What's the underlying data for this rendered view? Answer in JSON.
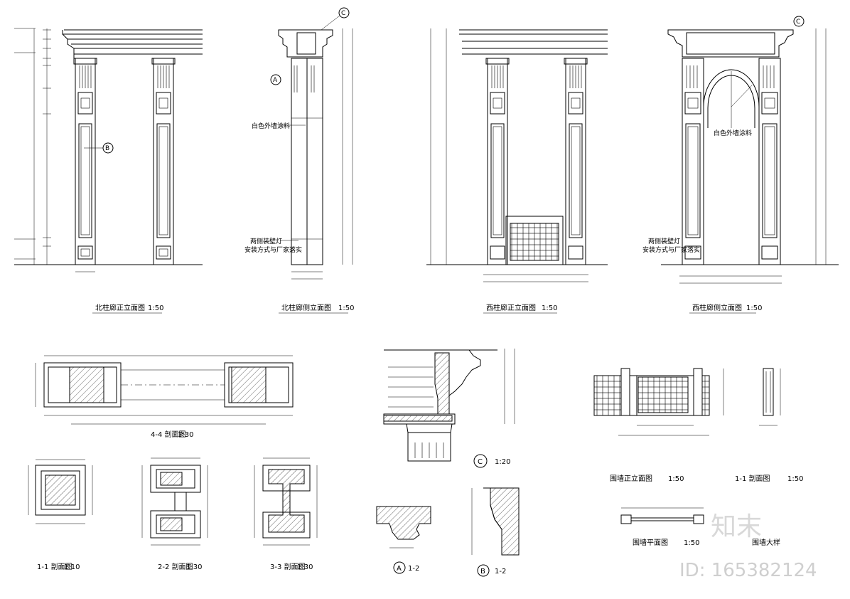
{
  "titles": {
    "north_front": "北柱廊正立面图",
    "north_side": "北柱廊侧立面图",
    "west_front": "西柱廊正立面图",
    "west_side": "西柱廊侧立面图",
    "section_44": "4-4  剖面图",
    "section_11": "1-1  剖面图",
    "section_22": "2-2  剖面图",
    "section_33": "3-3  剖面图",
    "detail_c": "C",
    "detail_a": "A",
    "detail_b": "B",
    "wall_front": "围墙正立面图",
    "wall_section": "1-1  剖面图",
    "wall_plan": "围墙平面图",
    "wall_sample": "围墙大样"
  },
  "scales": {
    "s150": "1:50",
    "s120": "1:20",
    "s12": "1-2",
    "s130": "1:30",
    "s110": "1:10"
  },
  "notes": {
    "white_stone": "白色外墙涂料",
    "lamp_a": "两侧装壁灯",
    "lamp_b": "安装方式与厂家落实",
    "arch_paint": "白色外墙涂料"
  },
  "markers": {
    "a": "A",
    "b": "B",
    "c": "C"
  },
  "watermark": {
    "brand": "知末",
    "id": "ID: 165382124"
  }
}
